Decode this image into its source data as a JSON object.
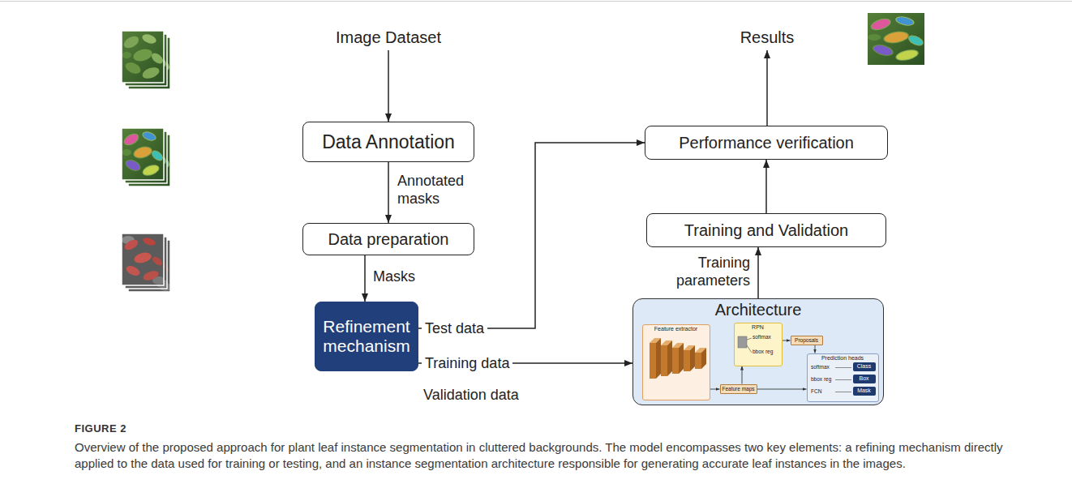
{
  "diagram": {
    "caption": "Overview of the proposed approach for plant leaf instance segmentation in cluttered backgrounds. The model encompasses two key elements: a refining mechanism directly applied to the data used for training or testing, and an instance segmentation architecture responsible for generating accurate leaf instances in the images.",
    "nodes": [
      {
        "text": [
          "Image Dataset"
        ]
      },
      {
        "text": [
          "Data Annotation"
        ]
      },
      {
        "text": [
          "Data preparation"
        ]
      },
      {
        "text": [
          "Refinement mechanism"
        ]
      },
      {
        "text": [
          "Results"
        ]
      },
      {
        "text": [
          "Performance verification"
        ]
      },
      {
        "text": [
          "Training and Validation"
        ]
      },
      {
        "text": [
          "Architecture"
        ]
      },
      {
        "text": [
          "Feature extractor"
        ],
        "in": 7
      },
      {
        "text": [
          "Feature maps"
        ],
        "in": 7
      },
      {
        "text": [
          "RPN"
        ],
        "in": 7
      },
      {
        "text": [
          "Proposals"
        ],
        "in": 7
      },
      {
        "text": [
          "Prediction heads"
        ],
        "in": 7
      },
      {
        "text": [
          "Class"
        ],
        "in": 12
      },
      {
        "text": [
          "Box"
        ],
        "in": 12
      },
      {
        "text": [
          "Mask"
        ],
        "in": 12
      }
    ],
    "edges": [
      {
        "from": 0,
        "to": 1,
        "arrow": "to"
      },
      {
        "from": 1,
        "to": 2,
        "label": "Annotated masks",
        "arrow": "to"
      },
      {
        "from": 2,
        "to": 3,
        "label": "Masks",
        "arrow": "to"
      },
      {
        "from": 3,
        "to": 5,
        "label": "Test data",
        "arrow": "to"
      },
      {
        "from": 3,
        "to": 7,
        "label": "Training data",
        "arrow": "to"
      },
      {
        "from": 7,
        "to": 6,
        "label": "Training parameters",
        "arrow": "to"
      },
      {
        "from": 6,
        "to": 5,
        "arrow": "to"
      },
      {
        "from": 5,
        "to": 4,
        "arrow": "to"
      },
      {
        "from": 8,
        "to": 9,
        "arrow": "to"
      },
      {
        "from": 9,
        "to": 10,
        "arrow": "to"
      },
      {
        "from": 9,
        "to": 12,
        "arrow": "to"
      },
      {
        "from": 10,
        "to": 11,
        "arrow": "to"
      },
      {
        "from": 11,
        "to": 12,
        "arrow": "to"
      }
    ],
    "labels": [
      "Validation data",
      "softmax",
      "bbox reg",
      "softmax",
      "bbox reg",
      "FCN",
      "FIGURE 2"
    ]
  }
}
